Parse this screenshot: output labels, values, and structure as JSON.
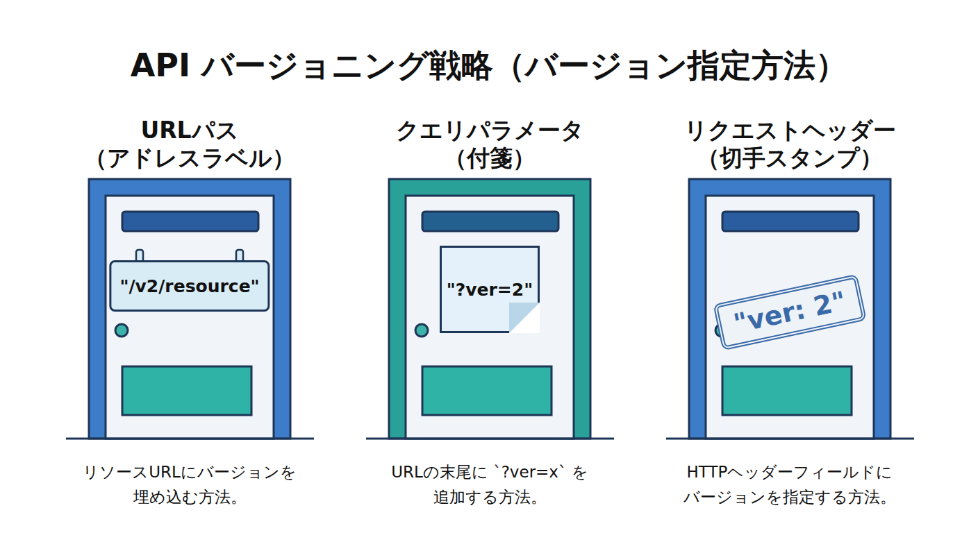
{
  "diagram": {
    "title": "API バージョニング戦略（バージョン指定方法）",
    "nodes": [
      {
        "text": [
          "URLパス （アドレスラベル）",
          "リソースURLにバージョンを 埋め込む方法。"
        ]
      },
      {
        "text": [
          "\"/v2/resource\""
        ],
        "in": 0
      },
      {
        "text": [
          "クエリパラメータ （付箋）",
          "URLの末尾に `?ver=x` を 追加する方法。"
        ]
      },
      {
        "text": [
          "\"?ver=2\""
        ],
        "in": 2
      },
      {
        "text": [
          "リクエストヘッダー （切手スタンプ）",
          "HTTPヘッダーフィールドに バージョンを指定する方法。"
        ]
      },
      {
        "text": [
          "\"ver: 2\""
        ],
        "in": 4
      }
    ]
  }
}
